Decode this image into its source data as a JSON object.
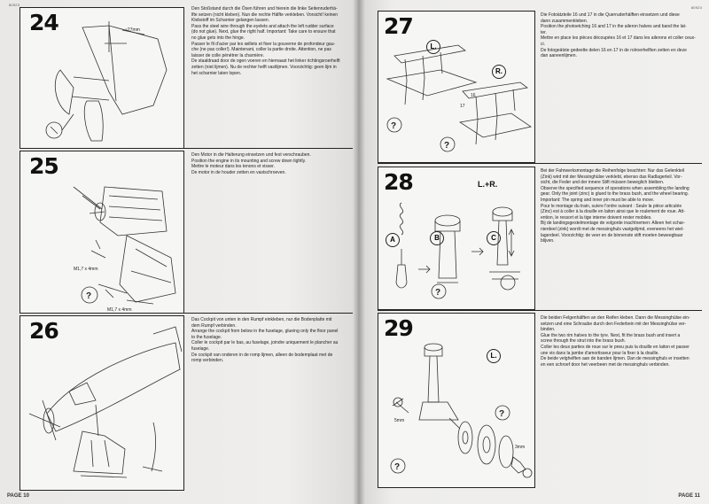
{
  "left_page": {
    "code": "80923",
    "page_label": "PAGE 10",
    "steps": [
      {
        "number": "24",
        "dim_label": "~27mm",
        "text": [
          "Den Stoßstand durch die Ösen führen und hierein die linke Seitenruderhä-",
          "lfte setzen (nicht kleben). Nun die rechte Hälfte verkleben. Vorsicht! keinen",
          "Klebstoff im Scharnier gelangen lassen.",
          "Pass the steel wire through the eyelets and attach the left rudder surface",
          "(do not glue). Next, glue the right half. Important: Take care to ensure that",
          "no glue gets into the hinge.",
          "Passer le fil d'acier par les œillets et fixer la gouverne de profondeur gau-",
          "che (ne pas coller!). Maintenant, coller la partie droite. Attention, ne pas",
          "laisser de colle pénétrer la charnière.",
          "De staaldraad door de ogen voeren en hiernaast het linker richtingsroerhelft",
          "zetten (niet lijmen). Nu de rechter helft vastlijmen. Voorzichtig: geen lijm in",
          "het scharnier laten lopen."
        ]
      },
      {
        "number": "25",
        "screw_top": "M1,7 x 4mm",
        "screw_bottom": "M1,7 x 4mm",
        "text": [
          "Den Motor in die Halterung einsetzen und fest verschrauben.",
          "Position the engine in its mounting and screw down tightly.",
          "Mettre le moteur dans les tenons et visser.",
          "De motor in de houder zetten en vastschroeven."
        ]
      },
      {
        "number": "26",
        "text": [
          "Das Cockpit von unten in den Rumpf einkleben, nur die Bodenplatte mit",
          "dem Rumpf verbinden.",
          "Arrange the cockpit from below in the fuselage, glueing only the floor panel",
          "to the fuselage.",
          "Coller le cockpit par le bas, au fuselage, joindre uniquement le plancher au",
          "fuselage.",
          "De cockpit van onderen in de romp lijmen, alleen de bodemplaat met de",
          "romp verbinden."
        ]
      }
    ]
  },
  "right_page": {
    "code": "80923",
    "page_label": "PAGE 11",
    "steps": [
      {
        "number": "27",
        "label_l": "L.",
        "label_r": "R.",
        "part_numbers": [
          "16",
          "17"
        ],
        "text": [
          "Die Fotoätzteile 16 und 17 in die Querruderhälften einsetzen und diese",
          "dann zusammenkleben.",
          "Position the photoetching 16 and 17 in the aileron halves and band the lat-",
          "ter.",
          "Mettre en place les pièces découpées 16 et 17 dans les ailerons et coller ceux-",
          "ci.",
          "De fotogeätste gedeelte delen 16 en 17 in de rolroerhelften zetten en deze",
          "dan aaneenlijmen."
        ]
      },
      {
        "number": "28",
        "label_lr": "L.+R.",
        "label_a": "A",
        "label_b": "B",
        "label_c": "C",
        "text": [
          "Bei der Fahrwerksmontage die Reihenfolge beachten: Nur das Gelenkteil",
          "(Zink) wird mit der Messinghülse verklebt, ebenso das Radlagerteil. Vor-",
          "sicht, die Feder und der innere Stift müssen beweglich bleiben.",
          "Observe the specified sequence of operations when assembling the landing",
          "gear. Only the joint (zinc) is glued to the brass bush, and the wheel bearing.",
          "Important: The spring and inner pin must be able to move.",
          "Pour le montage du train, suivre l'ordre suivant : Seule la pièce articulée",
          "(Zinc) est à coller à la douille en laiton ainsi que le roulement de roue. Att-",
          "ention, le ressort et la tige interne doivent rester mobiles.",
          "Bij de landingsgestelmontage de volgorde inachtnemen: Alleen het schar-",
          "nierdeel (zink) wordt met de messinghuls vastgelijmd, eveneens het wiel-",
          "lagerdeel. Voorzichtig: de veer en de binnenste stift moeten beweegbaar",
          "blijven."
        ]
      },
      {
        "number": "29",
        "label_l": "L.",
        "screw_left": "5mm",
        "screw_right": "3mm",
        "text": [
          "Die beiden Felgenhälften an den Reifen kleben. Dann die Messinghülse ein-",
          "setzen und eine Schraube durch den Federbein mit der Messinghülse ver-",
          "binden.",
          "Glue the two rim halves to the tyre. Next, fit the brass bush and insert a",
          "screw through the strut into the brass bush.",
          "Coller les deux parties de roue sur le pneu puis la douille en laiton et passer",
          "une vis dans la jambe d'amortisseur pour la fixer à la douille.",
          "De beide velghelften aan de banden lijmen. Dan de messinghuls er insetten",
          "en een schroef door het veerbeen met de messinghuls verbinden."
        ]
      }
    ]
  }
}
